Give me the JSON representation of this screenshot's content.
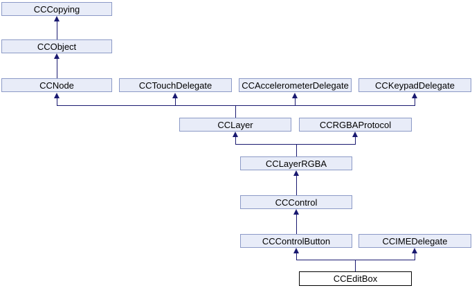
{
  "diagram": {
    "type": "class-inheritance-diagram",
    "nodes": [
      {
        "label": "CCCopying"
      },
      {
        "label": "CCObject"
      },
      {
        "label": "CCNode"
      },
      {
        "label": "CCTouchDelegate"
      },
      {
        "label": "CCAccelerometerDelegate"
      },
      {
        "label": "CCKeypadDelegate"
      },
      {
        "label": "CCLayer"
      },
      {
        "label": "CCRGBAProtocol"
      },
      {
        "label": "CCLayerRGBA"
      },
      {
        "label": "CCControl"
      },
      {
        "label": "CCControlButton"
      },
      {
        "label": "CCIMEDelegate"
      },
      {
        "label": "CCEditBox"
      }
    ],
    "edges": [
      {
        "from": "CCObject",
        "to": "CCCopying"
      },
      {
        "from": "CCNode",
        "to": "CCObject"
      },
      {
        "from": "CCLayer",
        "to": "CCNode"
      },
      {
        "from": "CCLayer",
        "to": "CCTouchDelegate"
      },
      {
        "from": "CCLayer",
        "to": "CCAccelerometerDelegate"
      },
      {
        "from": "CCLayer",
        "to": "CCKeypadDelegate"
      },
      {
        "from": "CCLayerRGBA",
        "to": "CCLayer"
      },
      {
        "from": "CCLayerRGBA",
        "to": "CCRGBAProtocol"
      },
      {
        "from": "CCControl",
        "to": "CCLayerRGBA"
      },
      {
        "from": "CCControlButton",
        "to": "CCControl"
      },
      {
        "from": "CCEditBox",
        "to": "CCControlButton"
      },
      {
        "from": "CCEditBox",
        "to": "CCIMEDelegate"
      }
    ],
    "colors": {
      "node_fill": "#e8ecf8",
      "node_border": "#8b99c6",
      "edge": "#191970",
      "current_fill": "#ffffff",
      "current_border": "#000000"
    }
  }
}
